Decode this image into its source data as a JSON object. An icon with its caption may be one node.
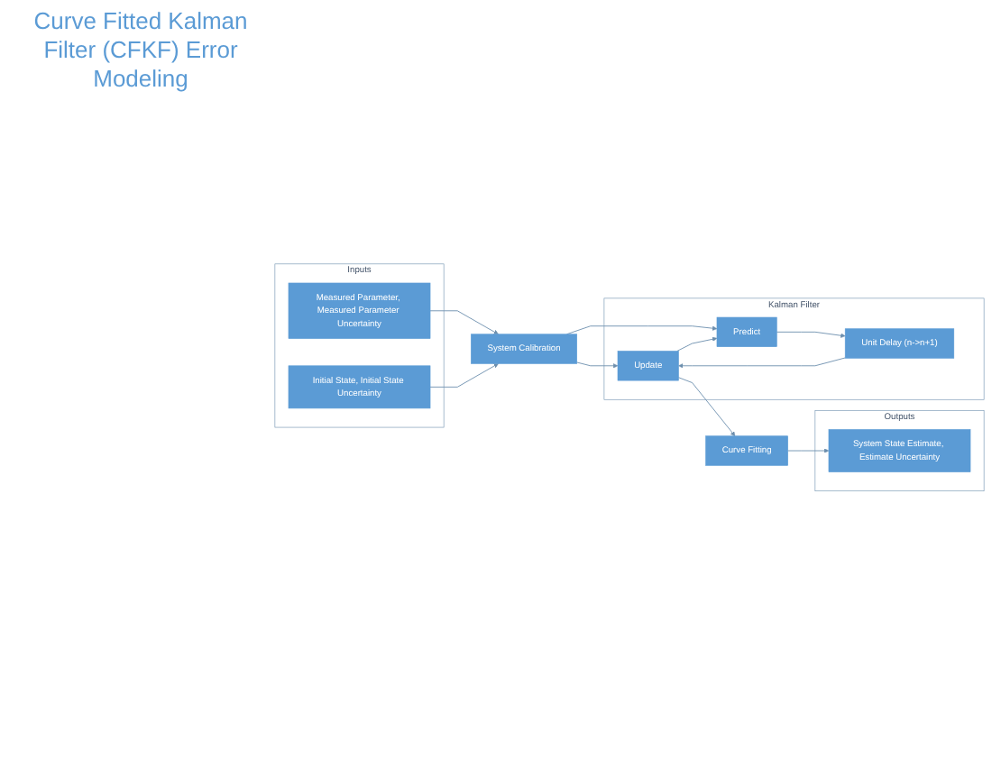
{
  "diagram": {
    "title": "Curve Fitted Kalman Filter (CFKF) Error Modeling",
    "nodes": [
      {
        "text": [
          "Outputs"
        ]
      },
      {
        "text": [
          "System State Estimate, Estimate Uncertainty"
        ],
        "in": 0
      },
      {
        "text": [
          "Curve Fitting"
        ]
      },
      {
        "text": [
          "Inputs"
        ]
      },
      {
        "text": [
          "Measured Parameter, Measured Parameter Uncertainty"
        ],
        "in": 3
      },
      {
        "text": [
          "Initial State, Initial State Uncertainty"
        ],
        "in": 3
      },
      {
        "text": [
          "System Calibration"
        ]
      },
      {
        "text": [
          "Kalman Filter"
        ]
      },
      {
        "text": [
          "Update"
        ],
        "in": 7
      },
      {
        "text": [
          "Predict"
        ],
        "in": 7
      },
      {
        "text": [
          "Unit Delay (n->n+1)"
        ],
        "in": 7
      }
    ],
    "edges": [
      {
        "from": 2,
        "to": 1,
        "arrow": "to"
      },
      {
        "from": 8,
        "to": 2,
        "arrow": "to"
      },
      {
        "from": 4,
        "to": 6,
        "arrow": "to"
      },
      {
        "from": 5,
        "to": 6,
        "arrow": "to"
      },
      {
        "from": 6,
        "to": 8,
        "arrow": "to"
      },
      {
        "from": 6,
        "to": 9,
        "arrow": "to"
      },
      {
        "from": 8,
        "to": 9,
        "arrow": "to"
      },
      {
        "from": 9,
        "to": 10,
        "arrow": "to"
      },
      {
        "from": 10,
        "to": 8,
        "arrow": "to"
      }
    ]
  }
}
